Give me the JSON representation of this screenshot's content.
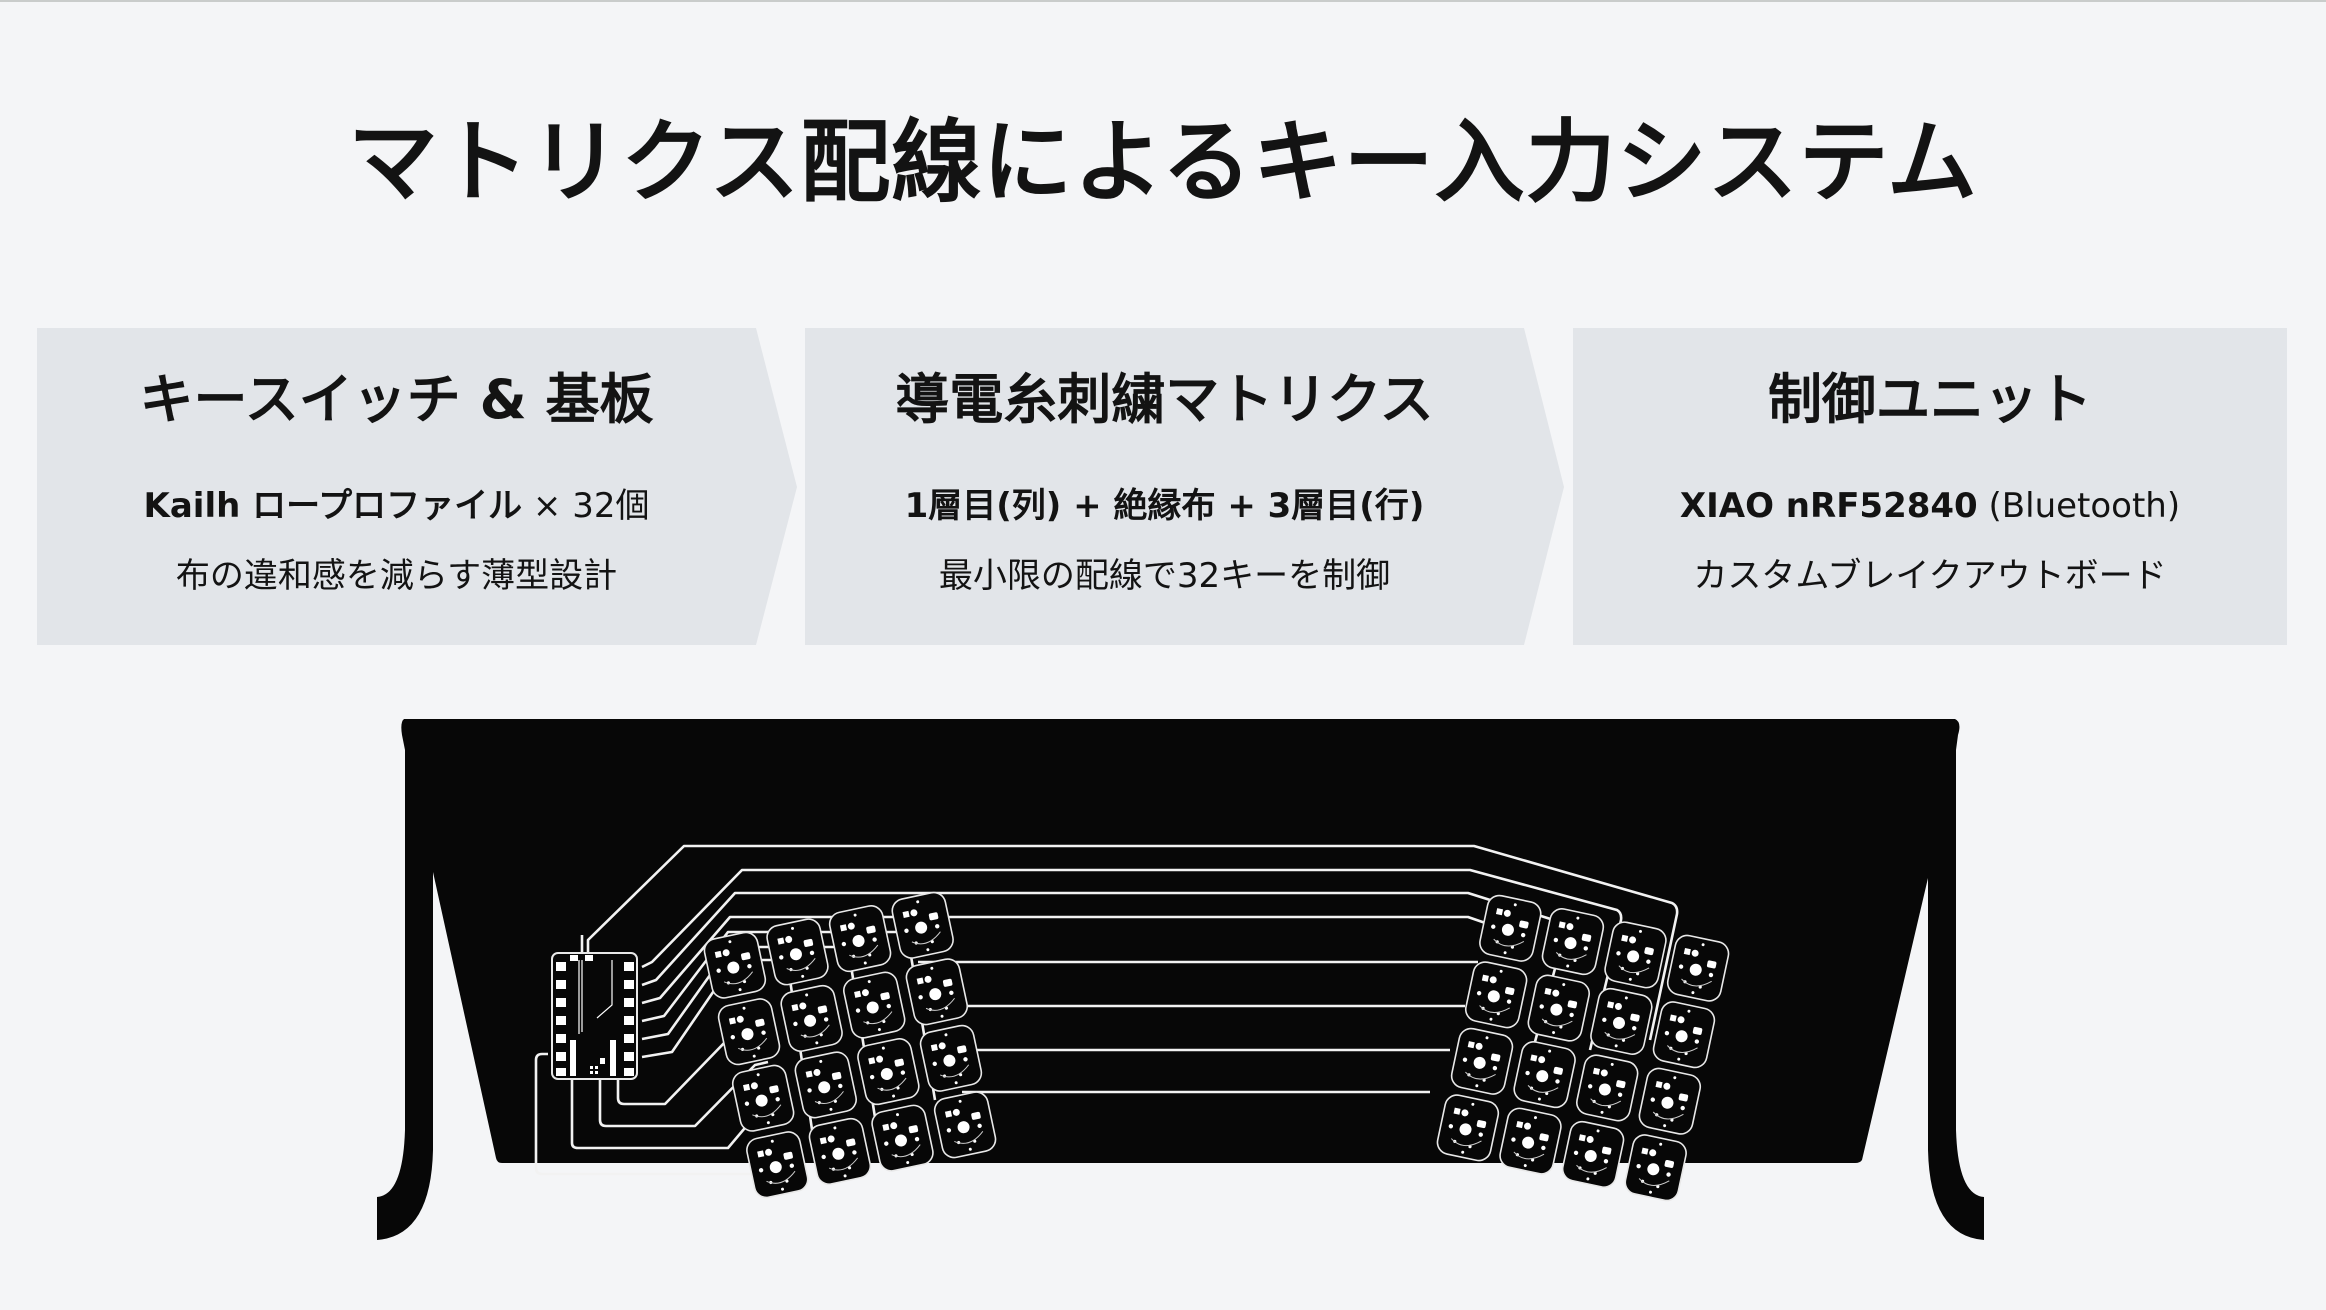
{
  "title": "マトリクス配線によるキー入力システム",
  "colors": {
    "background": "#f4f5f7",
    "card": "#e2e5e9",
    "text": "#131313",
    "board": "#070707",
    "trace": "#f2f2f2"
  },
  "steps": [
    {
      "title": "キースイッチ & 基板",
      "line1_bold": "Kailh ロープロファイル",
      "line1_regular": " × 32個",
      "line2": "布の違和感を減らす薄型設計"
    },
    {
      "title": "導電糸刺繍マトリクス",
      "line1_bold": "1層目(列) + 絶縁布 + 3層目(行)",
      "line1_regular": "",
      "line2": "最小限の配線で32キーを制御"
    },
    {
      "title": "制御ユニット",
      "line1_bold": "XIAO nRF52840",
      "line1_regular": " (Bluetooth)",
      "line2": "カスタムブレイクアウトボード"
    }
  ],
  "diagram": {
    "description": "Embroidered matrix wiring layout on textile panel",
    "controller": "XIAO nRF52840 breakout board",
    "key_clusters": [
      {
        "side": "left",
        "rows": 4,
        "cols": 4,
        "count": 16
      },
      {
        "side": "right",
        "rows": 4,
        "cols": 4,
        "count": 16
      }
    ],
    "total_keys": 32
  }
}
